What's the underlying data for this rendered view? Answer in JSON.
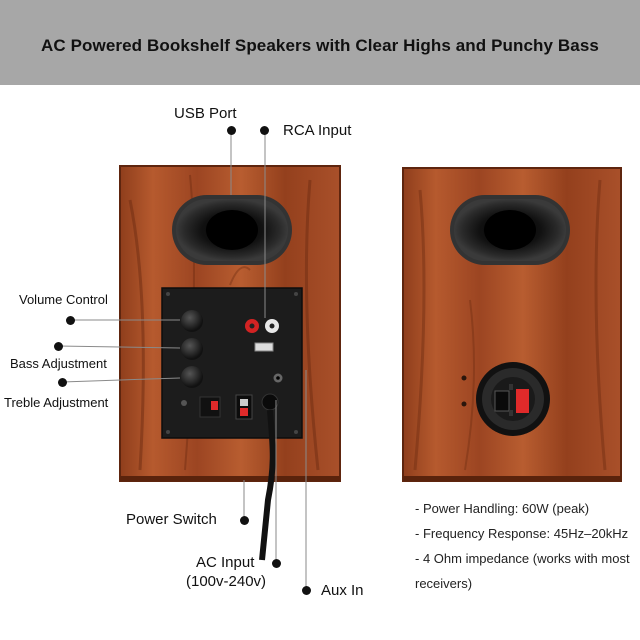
{
  "banner": {
    "title": "AC Powered Bookshelf Speakers with Clear Highs and Punchy Bass"
  },
  "callouts": {
    "usb_port": "USB Port",
    "rca_input": "RCA Input",
    "volume_control": "Volume Control",
    "bass_adjustment": "Bass Adjustment",
    "treble_adjustment": "Treble Adjustment",
    "power_switch": "Power Switch",
    "ac_input_line1": "AC Input",
    "ac_input_line2": "(100v-240v)",
    "aux_in": "Aux In"
  },
  "specs": [
    "- Power Handling: 60W (peak)",
    "- Frequency Response: 45Hz–20kHz",
    "- 4 Ohm impedance (works with most receivers)"
  ],
  "colors": {
    "banner": "#a7a7a7",
    "wood": "#a9502a",
    "wood_dark": "#6e2c12",
    "panel": "#1c1c1c",
    "rca_red": "#d22323",
    "terminal_red": "#e02a2a"
  }
}
